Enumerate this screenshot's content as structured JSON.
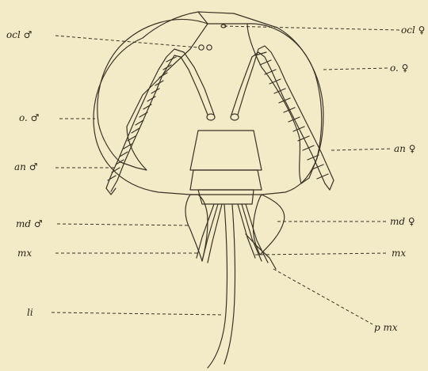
{
  "figure": {
    "paper_color": "#f3eac7",
    "ink_color": "#3a3326",
    "labels": {
      "ocl_male": "ocl ♂",
      "ocl_female": "ocl ♀",
      "o_male": "o. ♂",
      "o_female": "o. ♀",
      "an_male": "an ♂",
      "an_female": "an ♀",
      "md_male": "md ♂",
      "md_female": "md ♀",
      "mx_left": "mx",
      "mx_right": "mx",
      "li": "li",
      "pmx": "p mx"
    }
  }
}
